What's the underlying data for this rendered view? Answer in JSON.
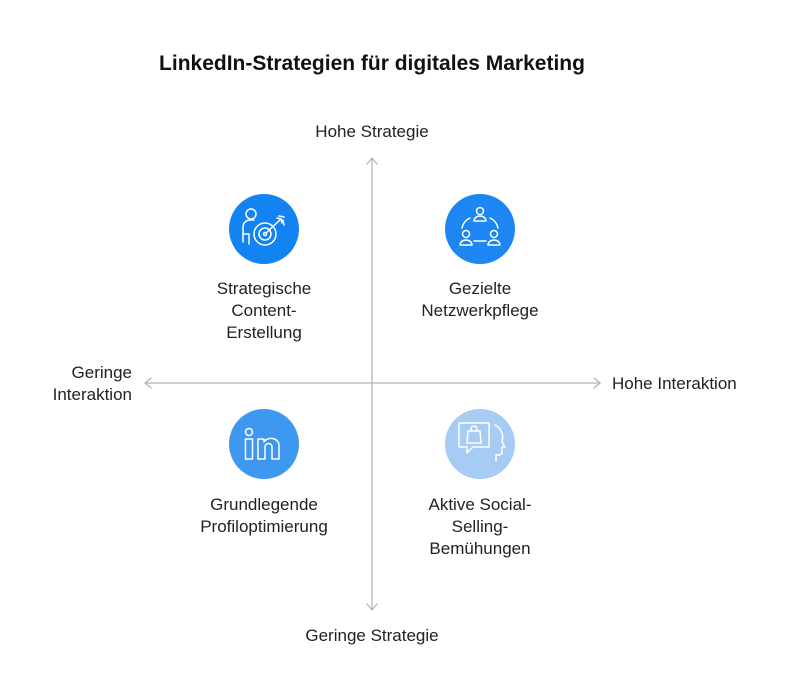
{
  "title": "LinkedIn-Strategien für digitales Marketing",
  "axes": {
    "top": "Hohe Strategie",
    "bottom": "Geringe Strategie",
    "left": [
      "Geringe",
      "Interaktion"
    ],
    "right": "Hohe Interaktion"
  },
  "quadrants": {
    "top_left": {
      "lines": [
        "Strategische",
        "Content-",
        "Erstellung"
      ],
      "icon": "target-person-icon",
      "color": "#1483f2"
    },
    "top_right": {
      "lines": [
        "Gezielte",
        "Netzwerkpflege"
      ],
      "icon": "network-people-icon",
      "color": "#1e86f2"
    },
    "bottom_left": {
      "lines": [
        "Grundlegende",
        "Profiloptimierung"
      ],
      "icon": "linkedin-icon",
      "color": "#3f98f0"
    },
    "bottom_right": {
      "lines": [
        "Aktive Social-",
        "Selling-",
        "Bemühungen"
      ],
      "icon": "shopping-chat-icon",
      "color": "#a7ccf3"
    }
  }
}
